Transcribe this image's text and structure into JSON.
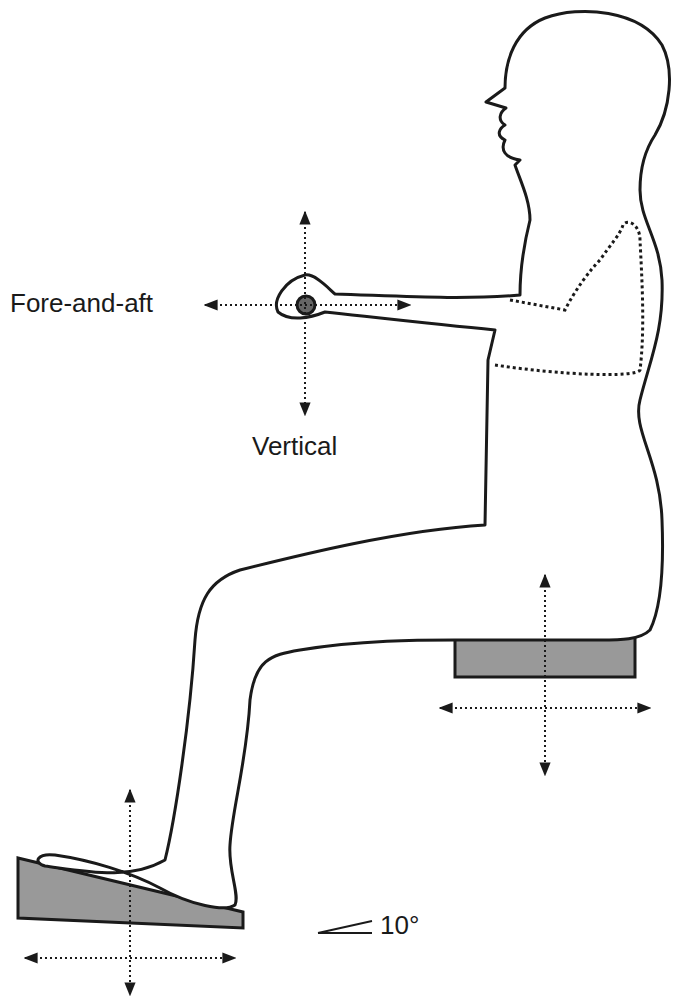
{
  "diagram": {
    "labels": [
      "Fore-and-aft",
      "Vertical",
      "10°"
    ]
  }
}
